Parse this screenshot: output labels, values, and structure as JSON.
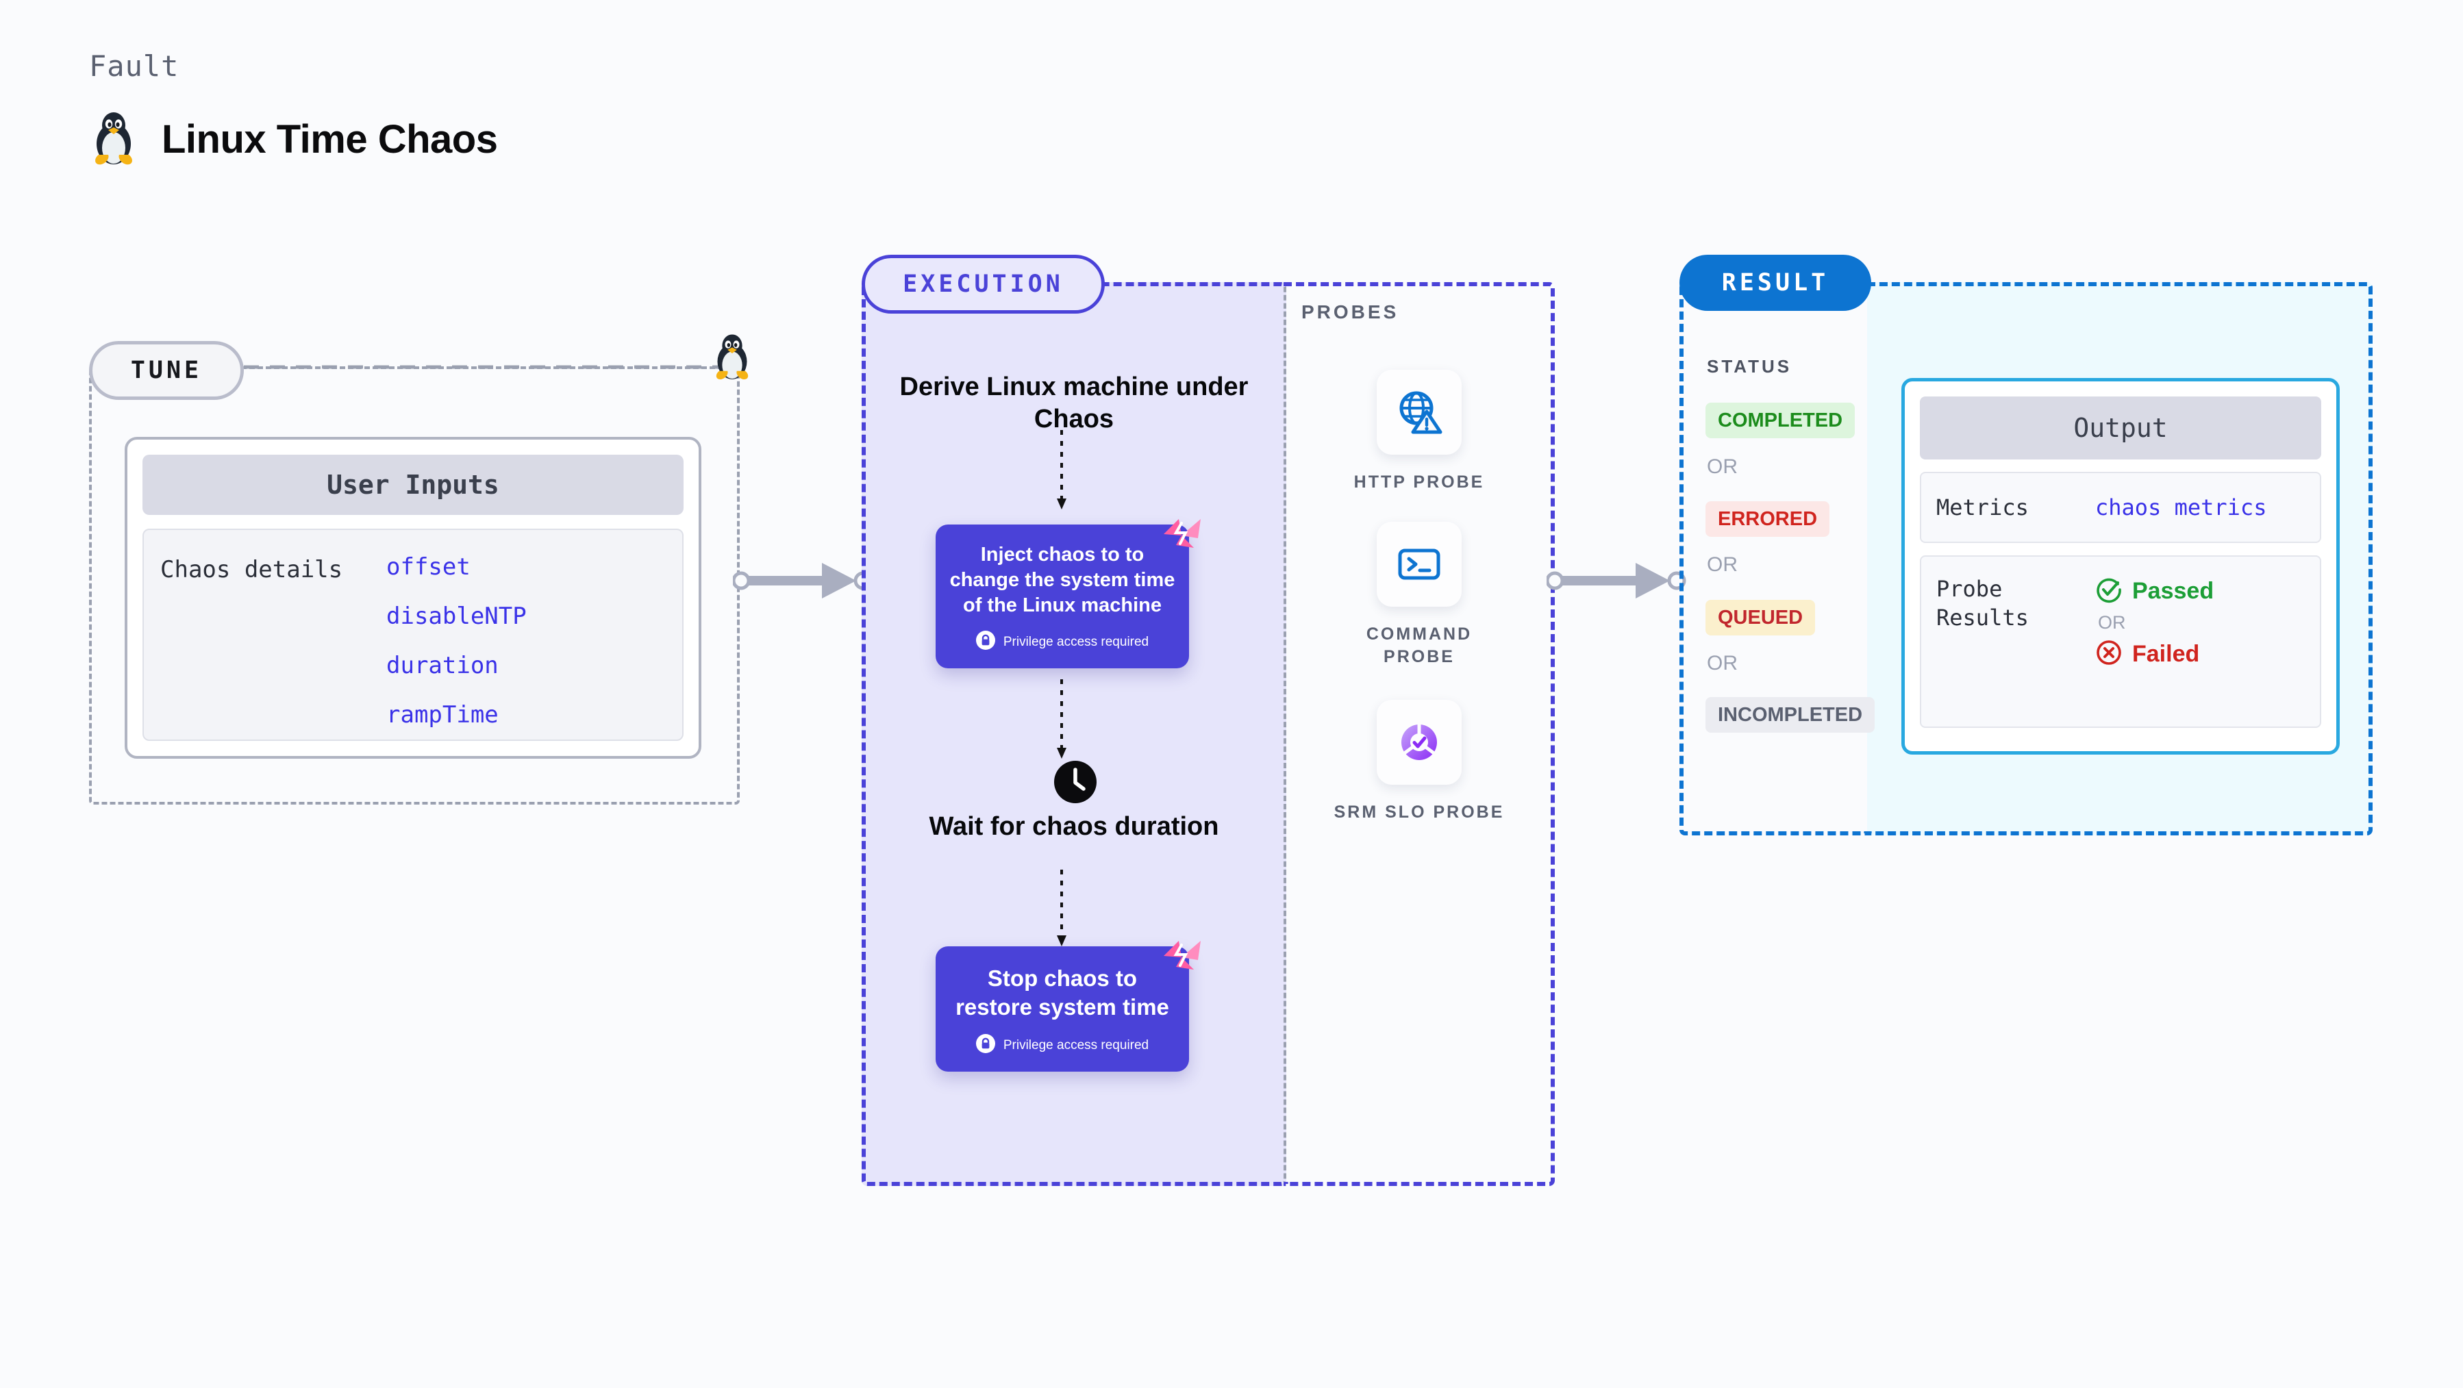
{
  "header": {
    "kicker": "Fault",
    "title": "Linux Time Chaos",
    "icon": "linux-penguin-icon"
  },
  "regions": {
    "tune": {
      "label": "TUNE"
    },
    "execution": {
      "label": "EXECUTION"
    },
    "probes": {
      "label": "PROBES"
    },
    "result": {
      "label": "RESULT"
    }
  },
  "tune": {
    "card_title": "User Inputs",
    "rows": [
      {
        "key": "Chaos details",
        "values": [
          "offset",
          "disableNTP",
          "duration",
          "rampTime"
        ]
      }
    ]
  },
  "execution": {
    "steps": [
      {
        "type": "title",
        "text": "Derive Linux machine under Chaos"
      },
      {
        "type": "node",
        "text": "Inject chaos to to change the system time of the Linux machine",
        "privilege": "Privilege access required",
        "badge": "harness-logo-badge"
      },
      {
        "type": "wait",
        "icon": "clock-icon",
        "text": "Wait for chaos duration"
      },
      {
        "type": "node",
        "text": "Stop chaos to restore system time",
        "privilege": "Privilege access required",
        "badge": "harness-logo-badge"
      }
    ]
  },
  "probes": {
    "items": [
      {
        "icon": "globe-warning-icon",
        "label": "HTTP PROBE"
      },
      {
        "icon": "terminal-prompt-icon",
        "label": "COMMAND PROBE"
      },
      {
        "icon": "slo-gauge-check-icon",
        "label": "SRM SLO PROBE"
      }
    ]
  },
  "result": {
    "status_label": "STATUS",
    "or_text": "OR",
    "statuses": [
      {
        "label": "COMPLETED",
        "bg": "#DDF5DD",
        "fg": "#1C8C1C"
      },
      {
        "label": "ERRORED",
        "bg": "#FCE7E6",
        "fg": "#D0241E"
      },
      {
        "label": "QUEUED",
        "bg": "#FBF0CD",
        "fg": "#C1272D"
      },
      {
        "label": "INCOMPLETED",
        "bg": "#EBECF1",
        "fg": "#5A6070"
      }
    ]
  },
  "output": {
    "card_title": "Output",
    "metrics_key": "Metrics",
    "metrics_value": "chaos metrics",
    "probe_results_key": "Probe Results",
    "passed_label": "Passed",
    "failed_label": "Failed",
    "or_text": "OR"
  },
  "colors": {
    "page_bg": "#FAFBFD",
    "accent_purple": "#4A42D8",
    "accent_blue": "#0D74D1",
    "exec_fill": "#E6E5FB",
    "output_fill": "#EDFAFE",
    "link_blue": "#3A32E8",
    "harness_pink": "#FF5DA2",
    "pass_green": "#1C9E36",
    "fail_red": "#D0241E"
  }
}
